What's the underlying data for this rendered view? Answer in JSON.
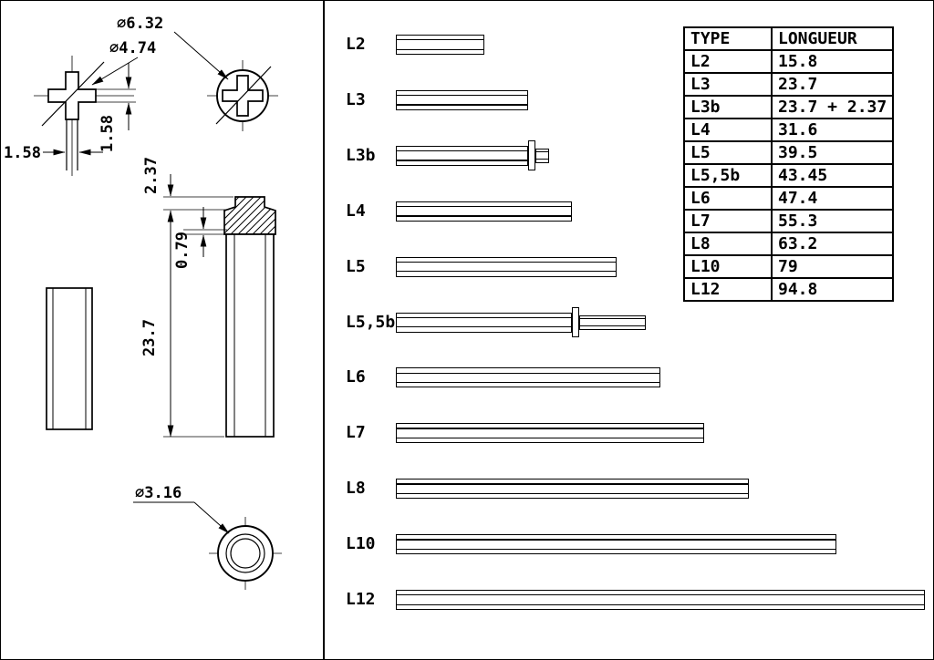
{
  "drawing": {
    "dia_outer": "∅6.32",
    "dia_cross": "∅4.74",
    "slot_width": "1.58",
    "slot_height": "1.58",
    "head_height": "2.37",
    "chamfer": "0.79",
    "body_length": "23.7",
    "dia_bottom": "∅3.16"
  },
  "rods": [
    {
      "label": "L2",
      "body_mm": 15.8,
      "flange": false,
      "ext_mm": 0
    },
    {
      "label": "L3",
      "body_mm": 23.7,
      "flange": false,
      "ext_mm": 0
    },
    {
      "label": "L3b",
      "body_mm": 23.7,
      "flange": true,
      "ext_mm": 2.37
    },
    {
      "label": "L4",
      "body_mm": 31.6,
      "flange": false,
      "ext_mm": 0
    },
    {
      "label": "L5",
      "body_mm": 39.5,
      "flange": false,
      "ext_mm": 0
    },
    {
      "label": "L5,5b",
      "body_mm": 31.6,
      "flange": true,
      "ext_mm": 11.85
    },
    {
      "label": "L6",
      "body_mm": 47.4,
      "flange": false,
      "ext_mm": 0
    },
    {
      "label": "L7",
      "body_mm": 55.3,
      "flange": false,
      "ext_mm": 0
    },
    {
      "label": "L8",
      "body_mm": 63.2,
      "flange": false,
      "ext_mm": 0
    },
    {
      "label": "L10",
      "body_mm": 79,
      "flange": false,
      "ext_mm": 0
    },
    {
      "label": "L12",
      "body_mm": 94.8,
      "flange": false,
      "ext_mm": 0
    }
  ],
  "table": {
    "headers": [
      "TYPE",
      "LONGUEUR"
    ],
    "rows": [
      [
        "L2",
        "15.8"
      ],
      [
        "L3",
        "23.7"
      ],
      [
        "L3b",
        "23.7 + 2.37"
      ],
      [
        "L4",
        "31.6"
      ],
      [
        "L5",
        "39.5"
      ],
      [
        "L5,5b",
        "43.45"
      ],
      [
        "L6",
        "47.4"
      ],
      [
        "L7",
        "55.3"
      ],
      [
        "L8",
        "63.2"
      ],
      [
        "L10",
        "79"
      ],
      [
        "L12",
        "94.8"
      ]
    ]
  }
}
